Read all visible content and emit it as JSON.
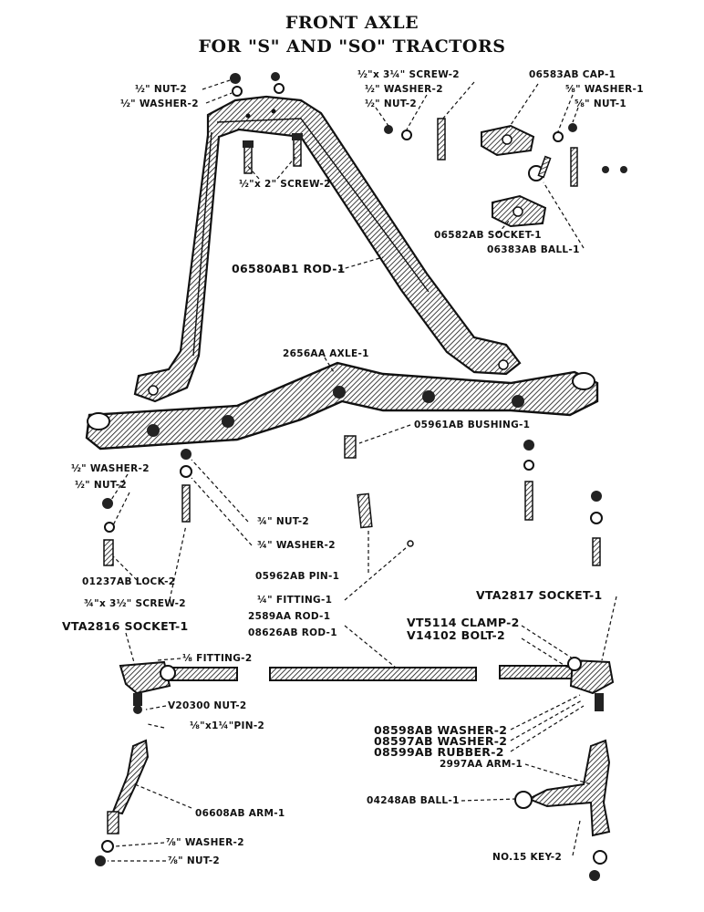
{
  "title": {
    "line1": "FRONT AXLE",
    "line2": "FOR \"S\" AND \"SO\" TRACTORS"
  },
  "labels": {
    "nut_half_top": "½\" NUT-2",
    "washer_half_top": "½\" WASHER-2",
    "screw_half_x2": "½\"x 2\" SCREW-2",
    "screw_half_x3q": "½\"x 3¼\" SCREW-2",
    "washer_half_mid": "½\" WASHER-2",
    "nut_half_mid": "½\" NUT-2",
    "cap": "06583AB CAP-1",
    "washer_5_8": "⅝\" WASHER-1",
    "nut_5_8": "⅝\" NUT-1",
    "socket_06582": "06582AB SOCKET-1",
    "ball_06383": "06383AB BALL-1",
    "rod_06580": "06580AB1 ROD-1",
    "axle": "2656AA AXLE-1",
    "bushing": "05961AB BUSHING-1",
    "washer_half_left": "½\" WASHER-2",
    "nut_half_left": "½\" NUT-2",
    "nut_3_4": "¾\" NUT-2",
    "washer_3_4": "¾\" WASHER-2",
    "lock": "01237AB LOCK-2",
    "pin_05962": "05962AB PIN-1",
    "screw_3_4": "¾\"x 3½\" SCREW-2",
    "fitting_quarter": "¼\" FITTING-1",
    "socket_vta2817": "VTA2817 SOCKET-1",
    "socket_vta2816": "VTA2816 SOCKET-1",
    "rod_2589": "2589AA ROD-1",
    "rod_08626": "08626AB ROD-1",
    "clamp": "VT5114  CLAMP-2",
    "bolt": "V14102   BOLT-2",
    "fitting_eighth": "⅛ FITTING-2",
    "nut_v20300": "V20300 NUT-2",
    "pin_eighth": "⅛\"x1¼\"PIN-2",
    "washer_08598": "08598AB WASHER-2",
    "washer_08597": "08597AB WASHER-2",
    "rubber_08599": "08599AB RUBBER-2",
    "arm_2997": "2997AA ARM-1",
    "ball_04248": "04248AB BALL-1",
    "arm_06608": "06608AB ARM-1",
    "washer_7_8": "⅞\" WASHER-2",
    "nut_7_8": "⅞\" NUT-2",
    "key": "NO.15  KEY-2"
  }
}
